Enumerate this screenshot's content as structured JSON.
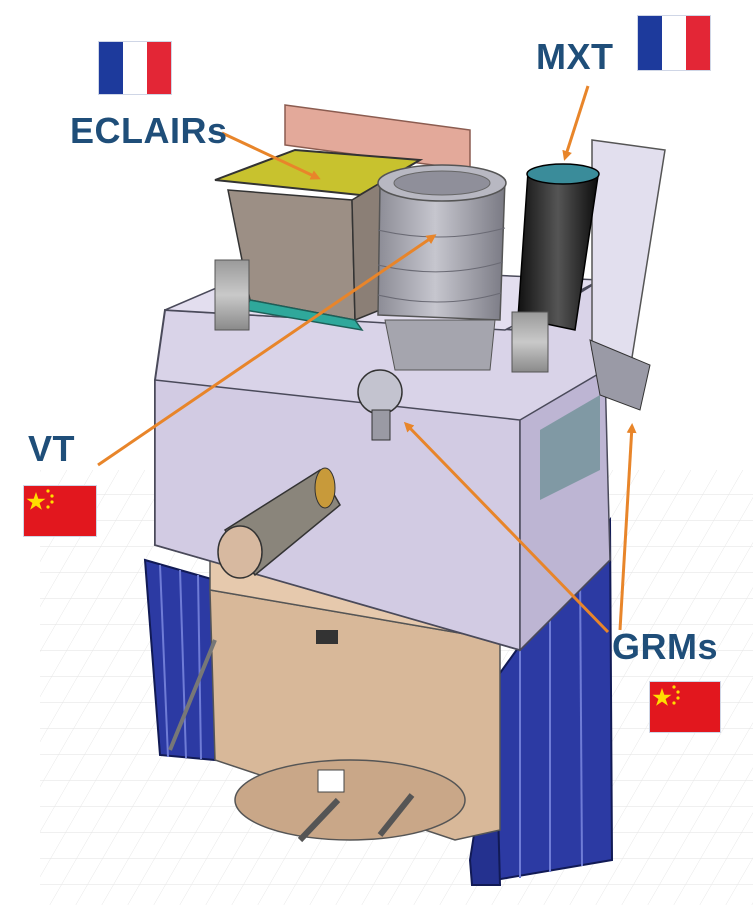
{
  "labels": {
    "eclairs": "ECLAIRs",
    "mxt": "MXT",
    "vt": "VT",
    "grms": "GRMs"
  },
  "flags": {
    "eclairs": "france-flag",
    "mxt": "france-flag",
    "vt": "china-flag",
    "grms": "china-flag"
  },
  "colors": {
    "label_text": "#1f4e79",
    "arrow": "#e8852a",
    "bus_body": "#d9d3e8",
    "lower_module": "#d9b89a",
    "solar_panel": "#2a3a9e",
    "france_blue": "#1d3a9c",
    "france_red": "#e32636",
    "china_red": "#e2171e",
    "china_star": "#ffde00"
  }
}
